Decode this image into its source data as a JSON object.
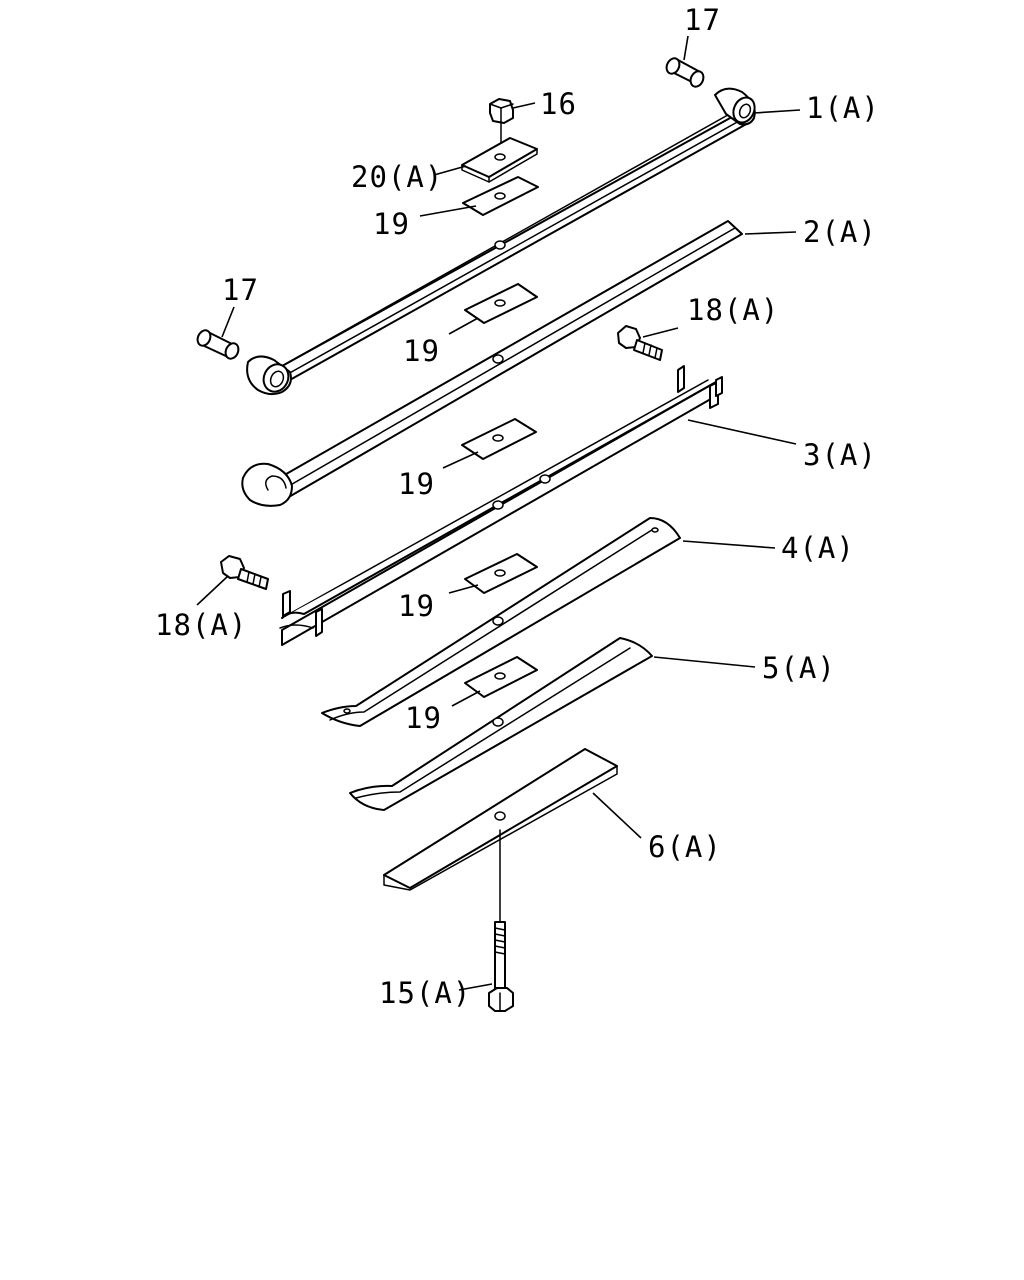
{
  "diagram": {
    "colors": {
      "line": "#000000",
      "background": "#ffffff"
    },
    "callouts": {
      "c1": "1(A)",
      "c2": "2(A)",
      "c3": "3(A)",
      "c4": "4(A)",
      "c5": "5(A)",
      "c6": "6(A)",
      "c15": "15(A)",
      "c16": "16",
      "c17_top": "17",
      "c17_left": "17",
      "c18_right": "18(A)",
      "c18_left": "18(A)",
      "c19_a": "19",
      "c19_b": "19",
      "c19_c": "19",
      "c19_d": "19",
      "c19_e": "19",
      "c20": "20(A)"
    }
  }
}
